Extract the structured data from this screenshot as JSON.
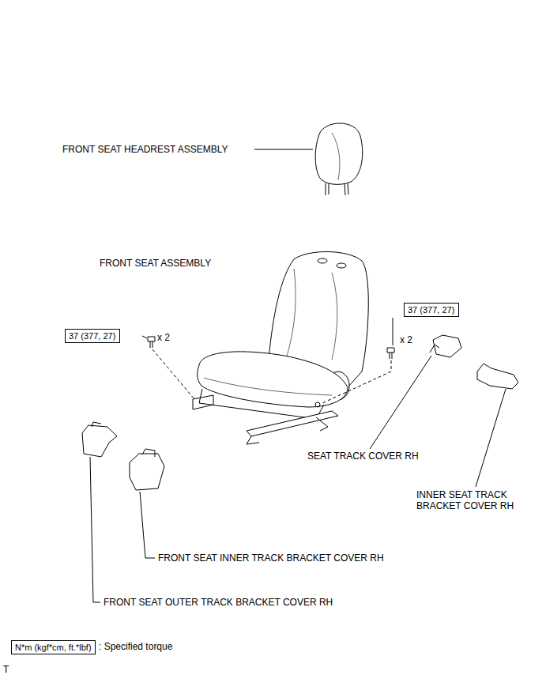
{
  "diagram": {
    "nodes": [
      {
        "text": [
          "37 (377, 27)"
        ]
      },
      {
        "text": [
          "37 (377, 27)"
        ]
      },
      {
        "text": [
          "N*m (kgf*cm, ft.*lbf)"
        ]
      }
    ],
    "labels": [
      "FRONT SEAT HEADREST ASSEMBLY",
      "FRONT SEAT ASSEMBLY",
      "x 2",
      "x 2",
      "SEAT TRACK COVER RH",
      "INNER SEAT TRACK BRACKET COVER RH",
      "FRONT SEAT INNER TRACK BRACKET COVER RH",
      "FRONT SEAT OUTER TRACK BRACKET COVER RH",
      ": Specified torque",
      "T"
    ]
  }
}
